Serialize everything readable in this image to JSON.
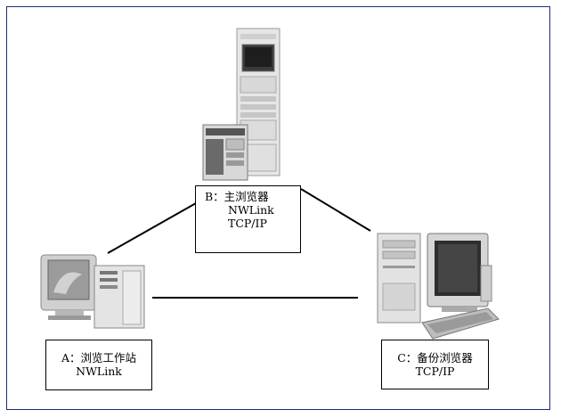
{
  "diagram": {
    "nodes": [
      {
        "id": "B",
        "lines": [
          "B：主浏览器",
          "NWLink",
          "TCP/IP"
        ],
        "device_icon": "server-icon"
      },
      {
        "id": "A",
        "lines": [
          "A：浏览工作站",
          "NWLink"
        ],
        "device_icon": "workstation-icon"
      },
      {
        "id": "C",
        "lines": [
          "C：备份浏览器",
          "TCP/IP"
        ],
        "device_icon": "desktop-computer-icon"
      }
    ],
    "edges": [
      {
        "from": "A",
        "to": "B"
      },
      {
        "from": "B",
        "to": "C"
      },
      {
        "from": "A",
        "to": "C"
      }
    ],
    "colors": {
      "frame": "#1c2a78",
      "line": "#000000",
      "device_gray": "#d4d4d4"
    }
  }
}
